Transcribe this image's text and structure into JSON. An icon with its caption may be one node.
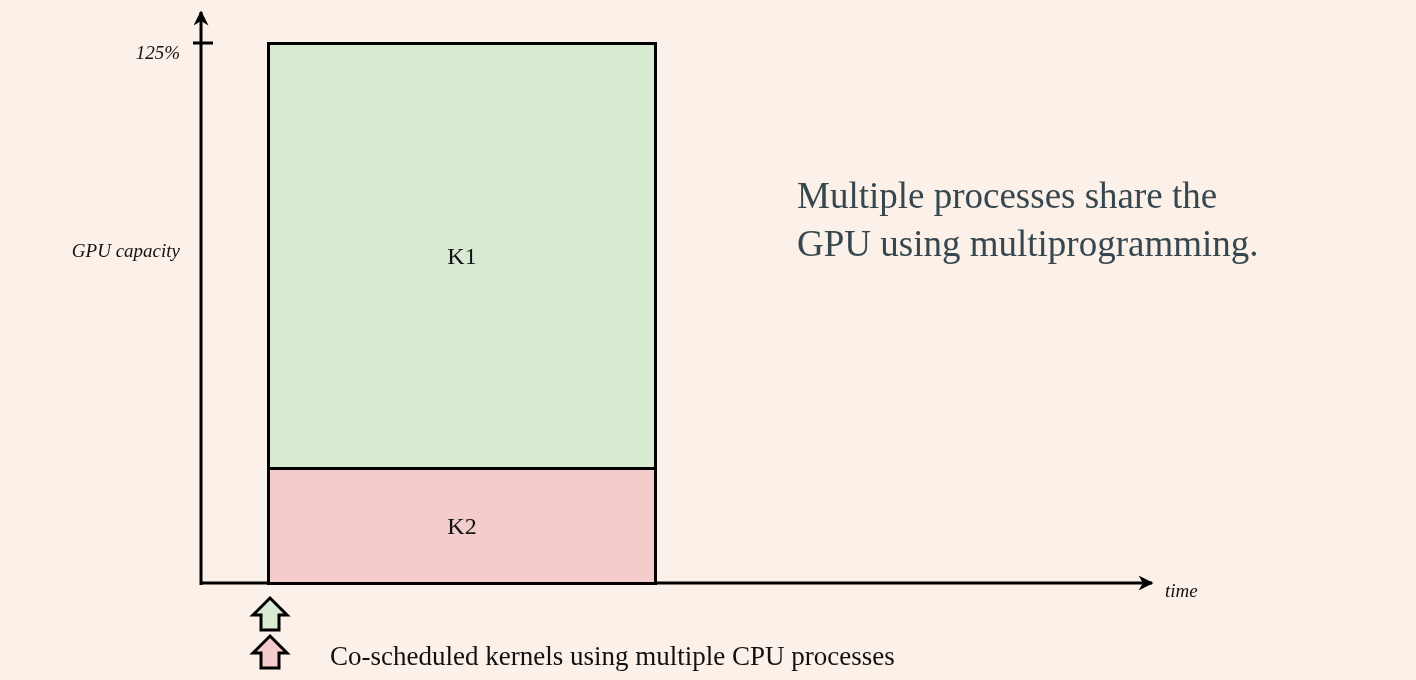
{
  "diagram": {
    "nodes": [
      {
        "text": [
          "K1"
        ]
      },
      {
        "text": [
          "K2"
        ]
      }
    ],
    "edges": [],
    "labels": [
      "125%",
      "GPU capacity",
      "time",
      "Multiple processes share the GPU using multiprogramming.",
      "Co-scheduled kernels using multiple CPU processes"
    ]
  }
}
